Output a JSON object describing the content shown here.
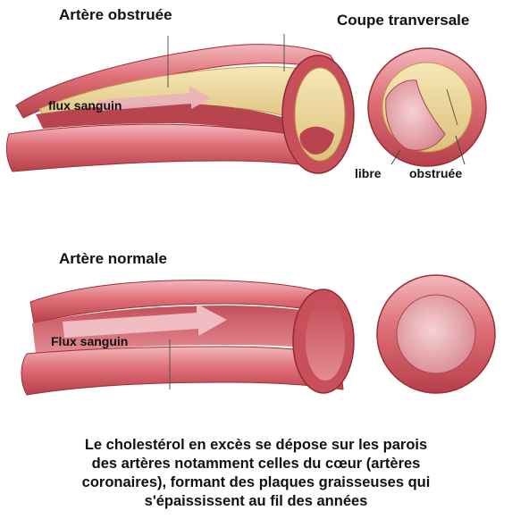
{
  "top": {
    "title": "Artère obstruée",
    "flow_label": "flux sanguin",
    "cross_section_title": "Coupe tranversale",
    "free_label": "libre",
    "obstructed_label": "obstruée"
  },
  "bottom": {
    "title": "Artère normale",
    "flow_label": "Flux sanguin"
  },
  "caption": {
    "lines": [
      "Le cholestérol en excès se dépose sur les parois",
      "des artères notamment celles du cœur (artères",
      "coronaires), formant des plaques graisseuses qui",
      "s'épaississent au fil des années"
    ]
  },
  "colors": {
    "artery_outer": "#d9656d",
    "artery_dark": "#a8323c",
    "artery_inner": "#e89aa0",
    "plaque": "#eedc9e",
    "plaque_edge": "#c8a050",
    "arrow": "#f2c7cb"
  }
}
